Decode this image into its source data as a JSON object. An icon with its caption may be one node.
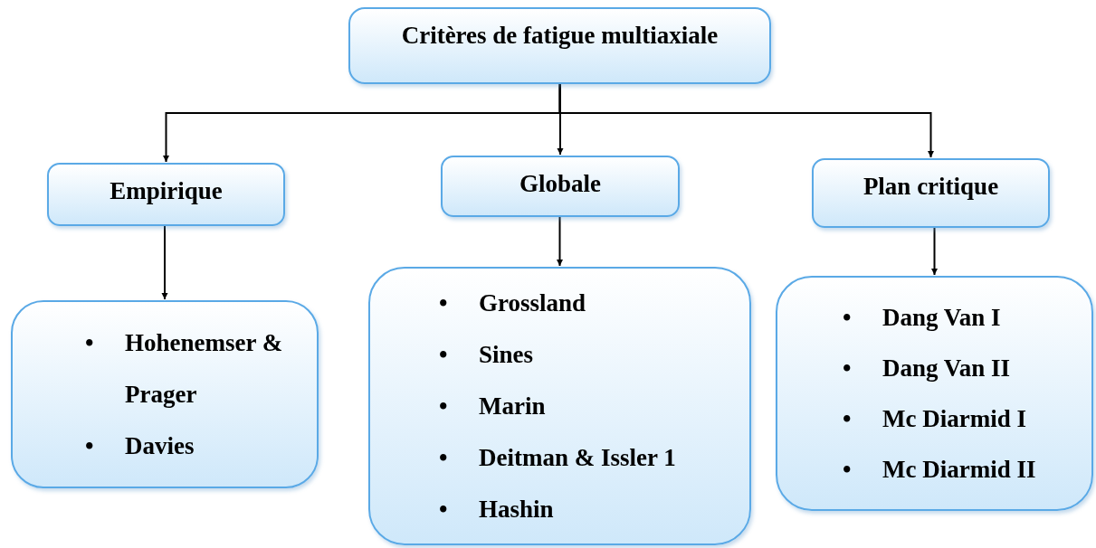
{
  "diagram": {
    "nodes": [
      {
        "text": [
          "Critères de fatigue multiaxiale"
        ]
      },
      {
        "text": [
          "Empirique"
        ]
      },
      {
        "text": [
          "Globale"
        ]
      },
      {
        "text": [
          "Plan critique"
        ]
      },
      {
        "text": [
          "Hohenemser & Prager",
          "Davies"
        ]
      },
      {
        "text": [
          "Grossland",
          "Sines",
          "Marin",
          "Deitman & Issler 1",
          "Hashin"
        ]
      },
      {
        "text": [
          "Dang Van I",
          "Dang Van II",
          "Mc Diarmid I",
          "Mc Diarmid II"
        ]
      }
    ],
    "labels": [
      "•",
      "•",
      "•",
      "•",
      "•",
      "•",
      "•",
      "•",
      "•",
      "•",
      "•"
    ],
    "edges": [
      {
        "from": 0,
        "to": 1,
        "arrow": "to"
      },
      {
        "from": 0,
        "to": 2,
        "arrow": "to"
      },
      {
        "from": 0,
        "to": 3,
        "arrow": "to"
      },
      {
        "from": 1,
        "to": 4,
        "arrow": "to"
      },
      {
        "from": 2,
        "to": 5,
        "arrow": "to"
      },
      {
        "from": 3,
        "to": 6,
        "arrow": "to"
      }
    ]
  }
}
